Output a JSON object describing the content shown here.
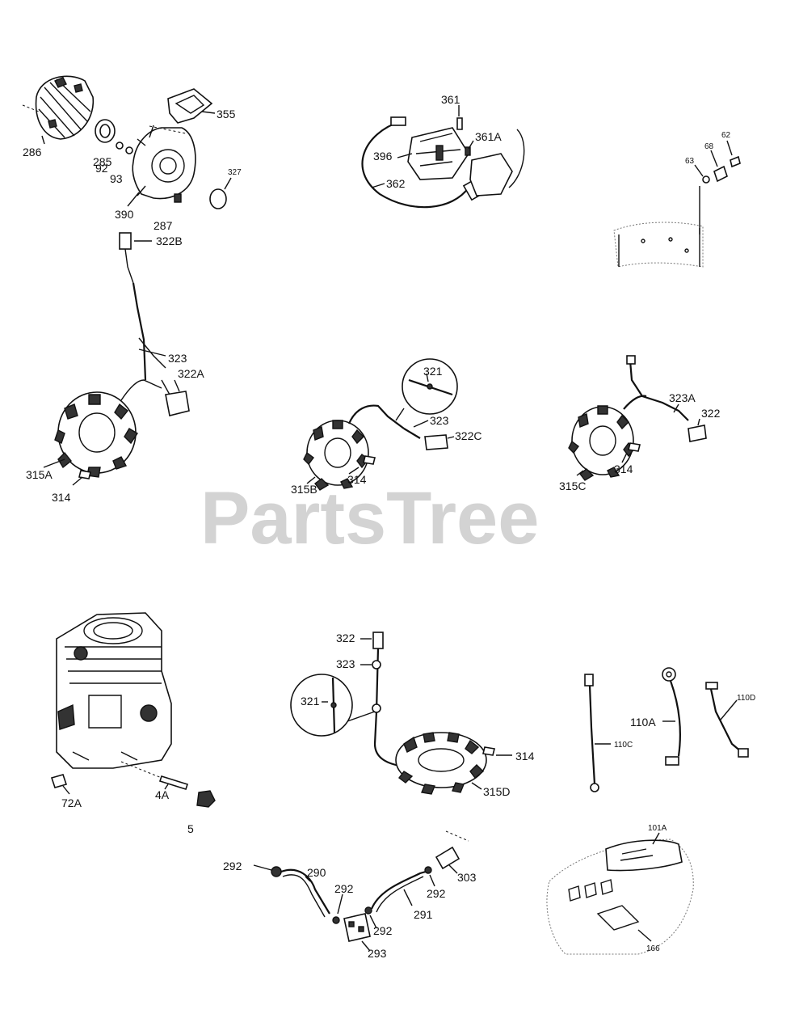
{
  "watermark": "PartsTree",
  "labels": {
    "p286": "286",
    "p285": "285",
    "p92": "92",
    "p93": "93",
    "p390": "390",
    "p287": "287",
    "p327": "327",
    "p355": "355",
    "p361": "361",
    "p361A": "361A",
    "p396": "396",
    "p362": "362",
    "p62": "62",
    "p68": "68",
    "p63": "63",
    "p322B": "322B",
    "p323a": "323",
    "p322A": "322A",
    "p315A": "315A",
    "p314a": "314",
    "p321a": "321",
    "p323b": "323",
    "p322C": "322C",
    "p315B": "315B",
    "p314b": "314",
    "p323A": "323A",
    "p322a": "322",
    "p315C": "315C",
    "p314c": "314",
    "p72A": "72A",
    "p4A": "4A",
    "p5": "5",
    "p322b": "322",
    "p323c": "323",
    "p321b": "321",
    "p314d": "314",
    "p315D": "315D",
    "p110C": "110C",
    "p110A": "110A",
    "p110D": "110D",
    "p101A": "101A",
    "p166": "166",
    "p292a": "292",
    "p290": "290",
    "p292b": "292",
    "p303": "303",
    "p292c": "292",
    "p291": "291",
    "p292d": "292",
    "p293": "293"
  }
}
